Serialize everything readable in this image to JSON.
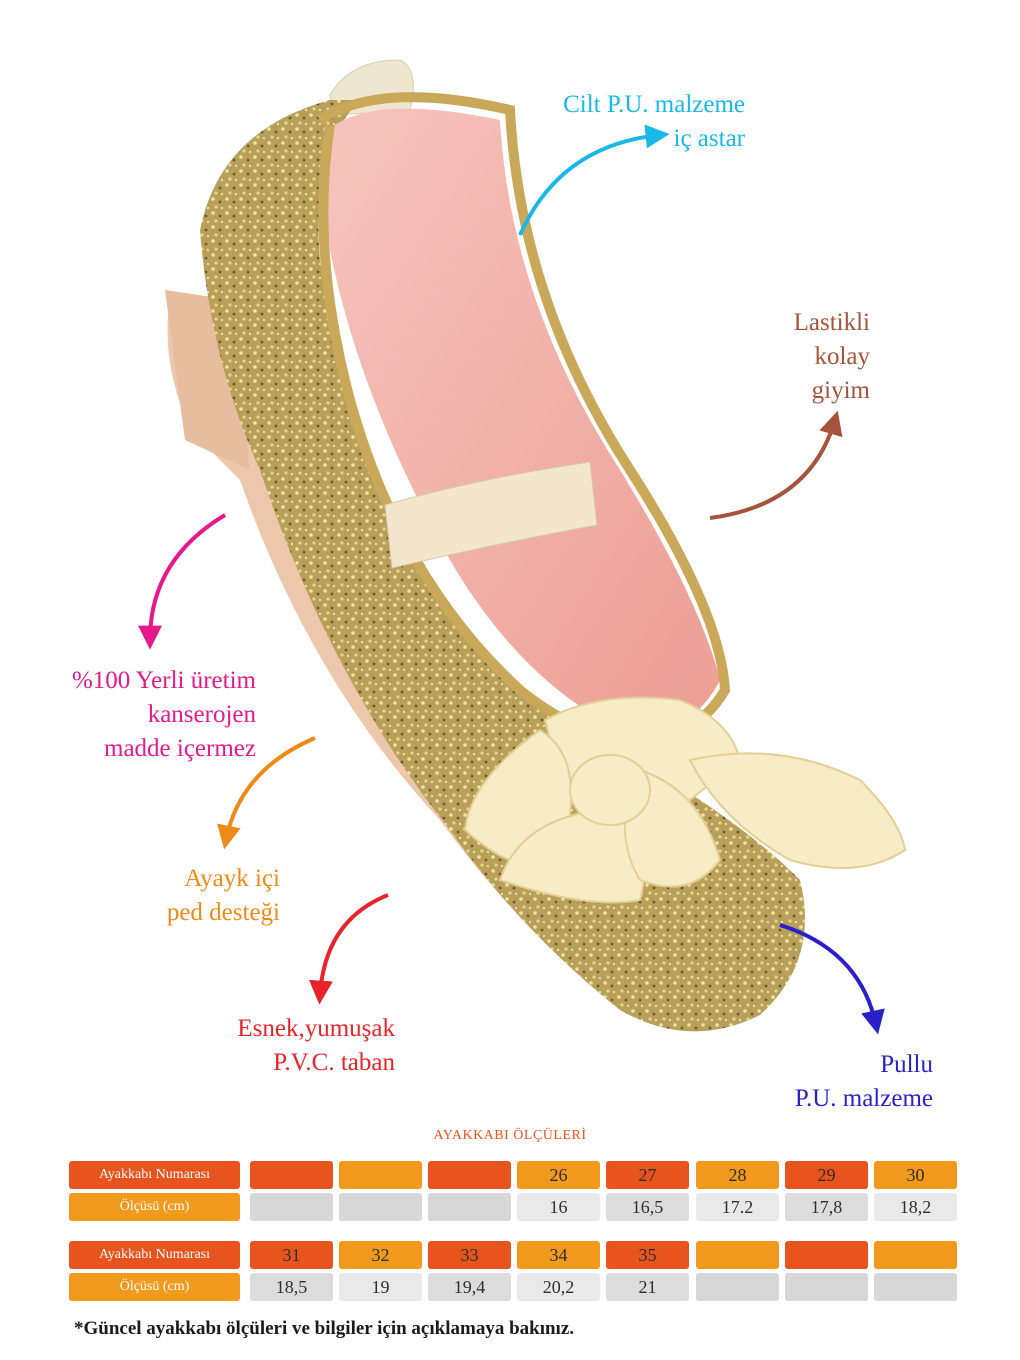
{
  "colors": {
    "cyan": "#19b8e6",
    "brown": "#a6533b",
    "magenta": "#e6198c",
    "orange": "#f08a16",
    "red": "#e8242b",
    "blue": "#2a1fc9",
    "table_dark_orange": "#e8541e",
    "table_light_orange": "#f29a1d",
    "table_grey": "#d7d7d7"
  },
  "callouts": {
    "lining": [
      "Cilt P.U. malzeme",
      "iç astar"
    ],
    "elastic": [
      "Lastikli",
      "kolay",
      "giyim"
    ],
    "local": [
      "%100 Yerli üretim",
      "kanserojen",
      "madde içermez"
    ],
    "insole": [
      "Ayayk içi",
      "ped desteği"
    ],
    "sole": [
      "Esnek,yumuşak",
      "P.V.C. taban"
    ],
    "sequin": [
      "Pullu",
      "P.U. malzeme"
    ]
  },
  "size_table": {
    "title": "AYAKKABI ÖLÇÜLERİ",
    "rows": [
      {
        "label": "Ayakkabı Numarası",
        "style": "dark",
        "values": [
          "",
          "",
          "",
          "26",
          "27",
          "28",
          "29",
          "30"
        ]
      },
      {
        "label": "Ölçüsü (cm)",
        "style": "light",
        "values": [
          "",
          "",
          "",
          "16",
          "16,5",
          "17.2",
          "17,8",
          "18,2"
        ]
      },
      {
        "label": "Ayakkabı Numarası",
        "style": "dark",
        "values": [
          "31",
          "32",
          "33",
          "34",
          "35",
          "",
          "",
          ""
        ]
      },
      {
        "label": "Ölçüsü (cm)",
        "style": "light",
        "values": [
          "18,5",
          "19",
          "19,4",
          "20,2",
          "21",
          "",
          "",
          ""
        ]
      }
    ]
  },
  "footnote": "*Güncel ayakkabı ölçüleri ve bilgiler için açıklamaya bakınız."
}
